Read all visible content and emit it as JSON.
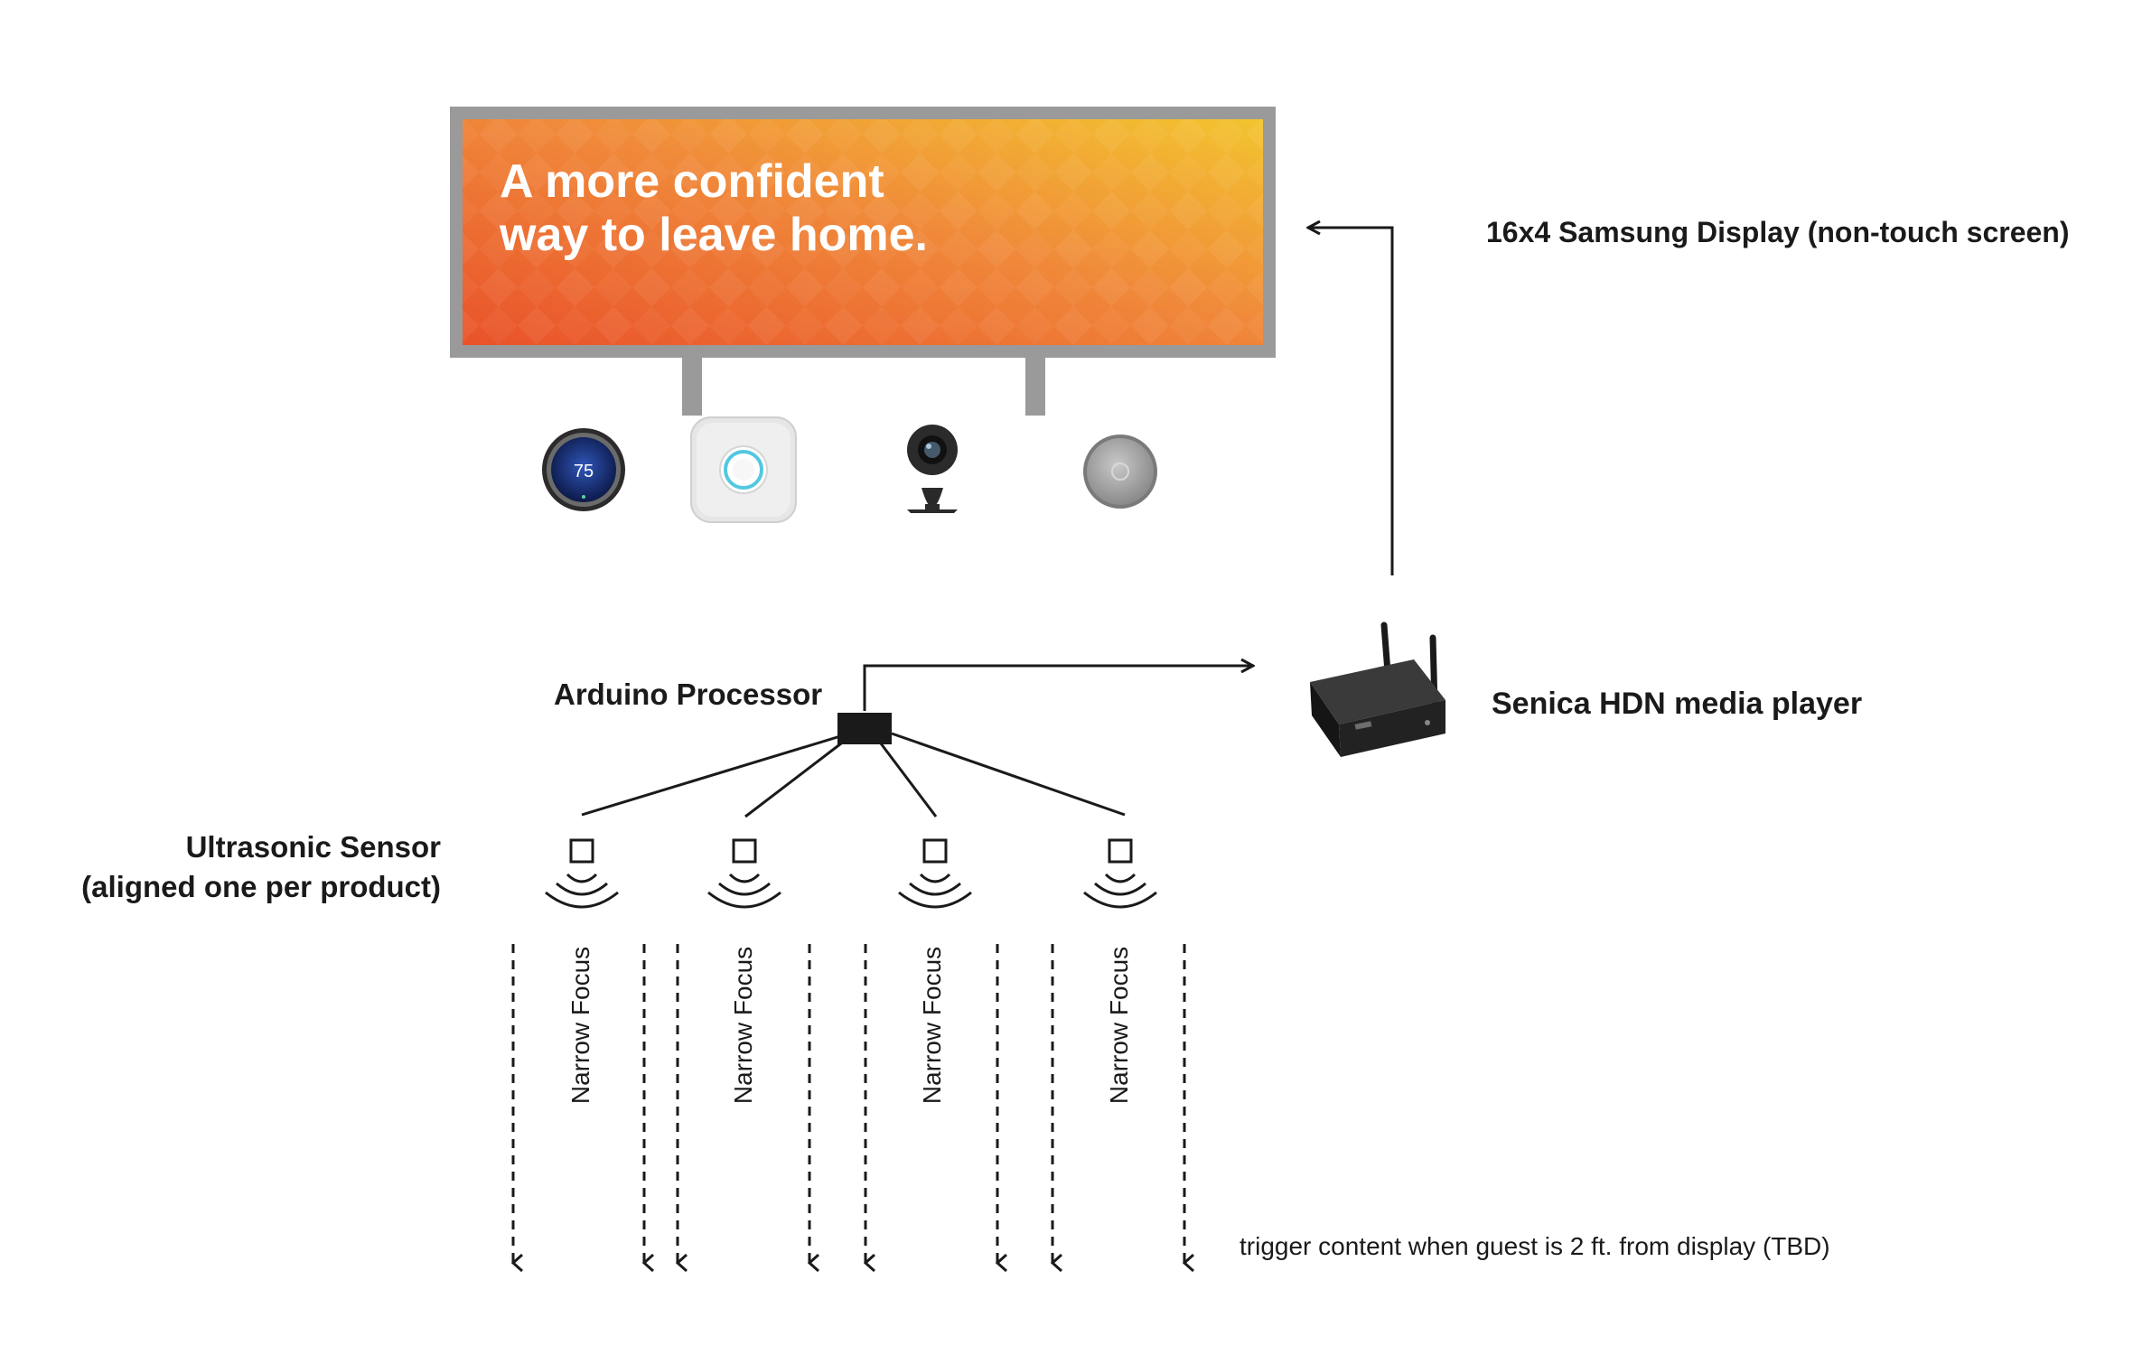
{
  "display": {
    "headline_line1": "A more confident",
    "headline_line2": "way to leave home.",
    "label": "16x4 Samsung Display (non-touch screen)",
    "gradient_start": "#ea5a2a",
    "gradient_end": "#f2c232",
    "bezel_color": "#9a9a9a"
  },
  "products": [
    {
      "name": "thermostat-icon",
      "reading": "75"
    },
    {
      "name": "smoke-detector-icon"
    },
    {
      "name": "security-camera-icon"
    },
    {
      "name": "smart-lock-icon"
    }
  ],
  "media_player": {
    "label": "Senica HDN media player",
    "icon": "media-player-icon"
  },
  "processor": {
    "label": "Arduino Processor"
  },
  "sensor": {
    "label_line1": "Ultrasonic Sensor",
    "label_line2": "(aligned one per product)",
    "icon": "ultrasonic-sensor-icon"
  },
  "beams": [
    {
      "label": "Narrow Focus"
    },
    {
      "label": "Narrow Focus"
    },
    {
      "label": "Narrow Focus"
    },
    {
      "label": "Narrow Focus"
    }
  ],
  "trigger_note": "trigger content when guest is 2 ft. from display (TBD)"
}
